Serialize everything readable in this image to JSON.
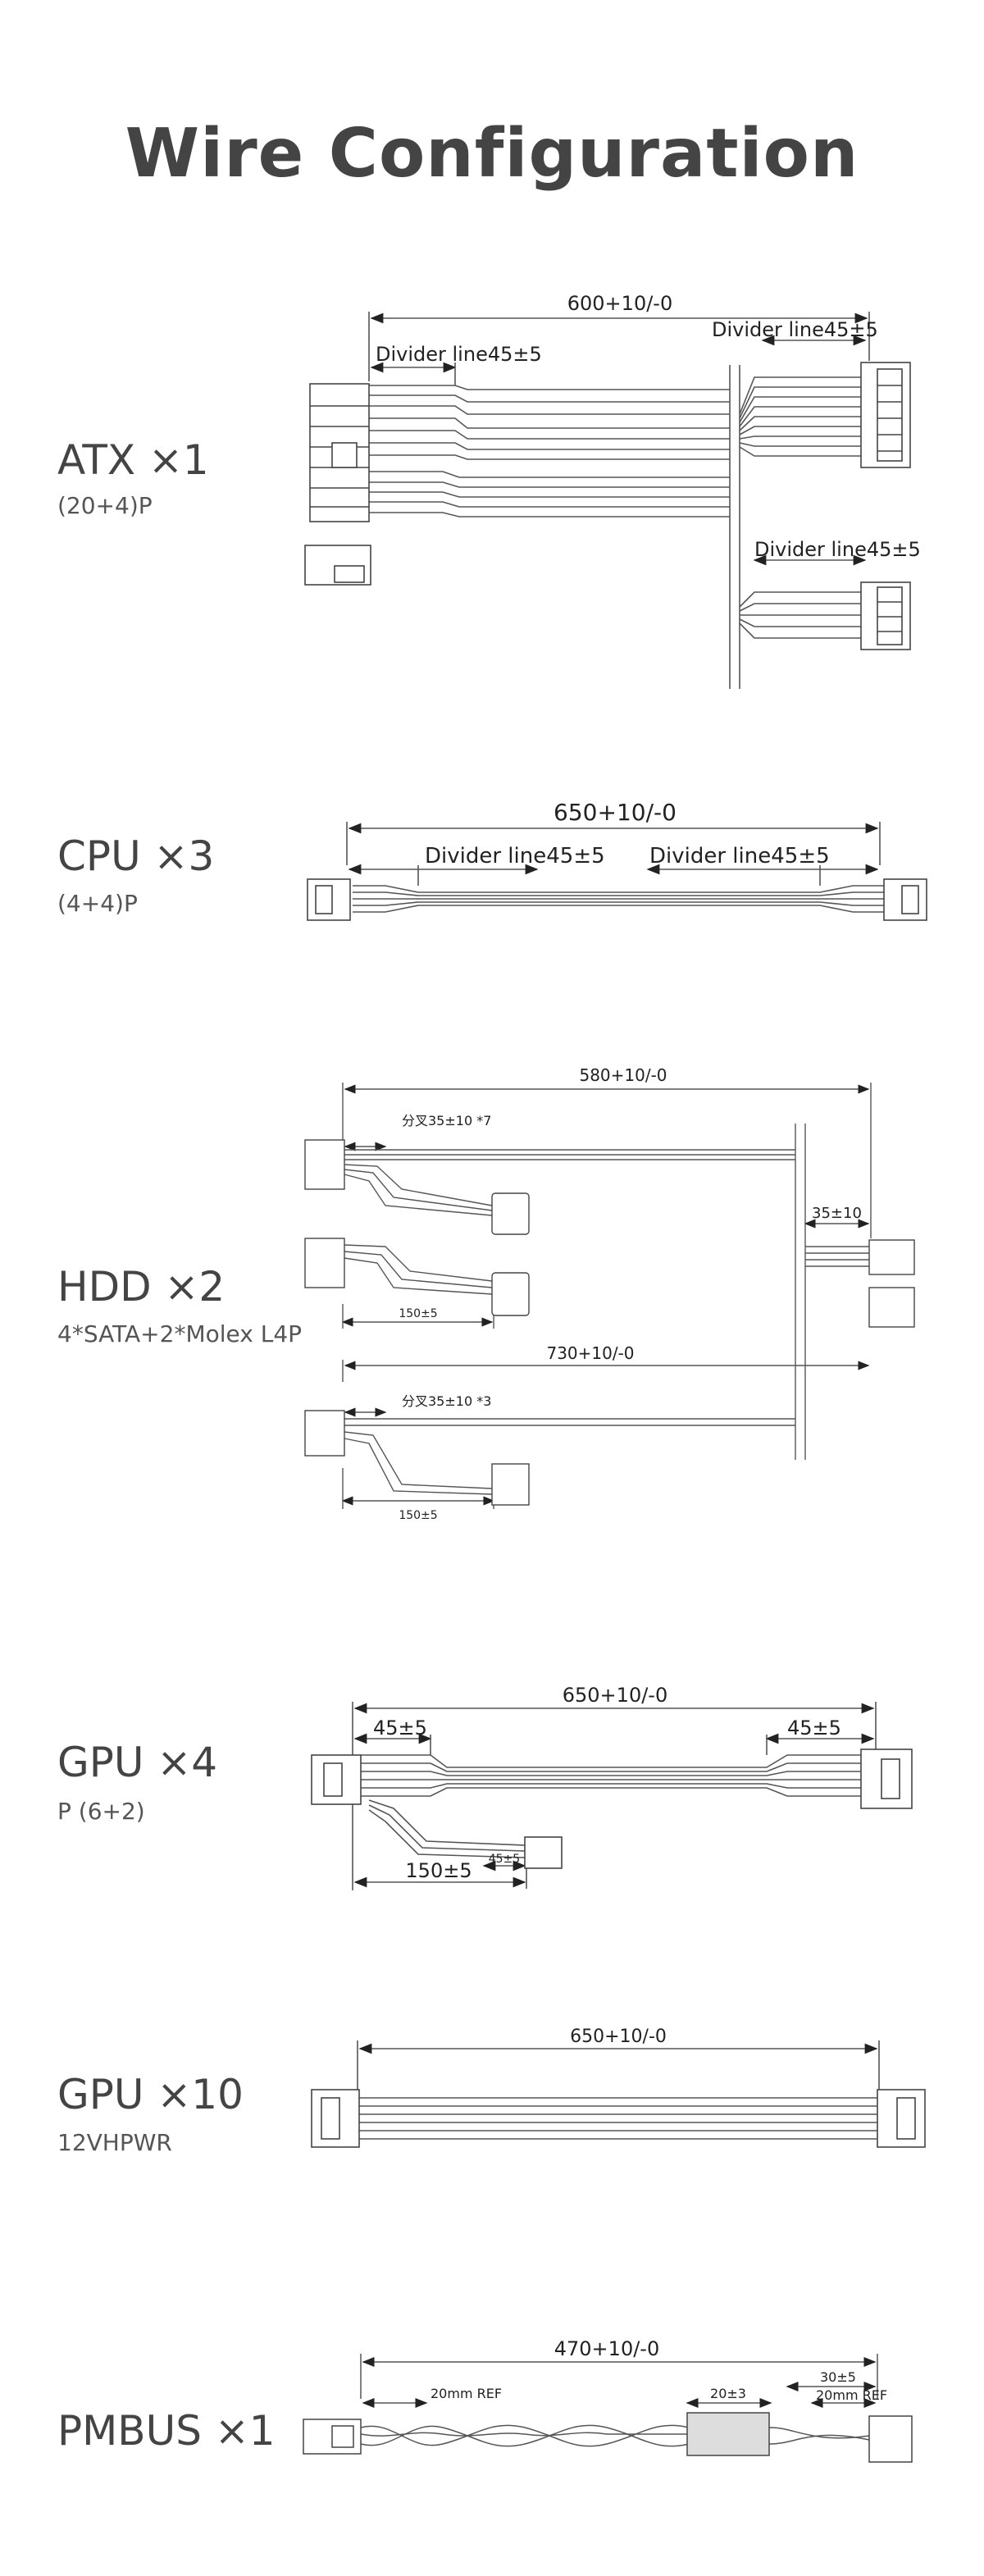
{
  "page": {
    "title": "Wire Configuration"
  },
  "sections": [
    {
      "name": "ATX ×1",
      "sub": "(20+4)P",
      "labels": {
        "total": "600+10/-0",
        "divider_left": "Divider line45±5",
        "divider_right_top": "Divider line45±5",
        "divider_right_bottom": "Divider line45±5"
      }
    },
    {
      "name": "CPU ×3",
      "sub": "(4+4)P",
      "labels": {
        "total": "650+10/-0",
        "divider_left": "Divider line45±5",
        "divider_right": "Divider line45±5"
      }
    },
    {
      "name": "HDD ×2",
      "sub": "4*SATA+2*Molex L4P",
      "labels": {
        "total_top": "580+10/-0",
        "branch_top": "分叉35±10 *7",
        "stub": "35±10",
        "spacing_top": "150±5",
        "total_bottom": "730+10/-0",
        "branch_bottom": "分叉35±10 *3",
        "spacing_bottom": "150±5"
      }
    },
    {
      "name": "GPU ×4",
      "sub": "P (6+2)",
      "labels": {
        "total": "650+10/-0",
        "left": "45±5",
        "right": "45±5",
        "branch": "150±5",
        "branch_small": "45±5"
      }
    },
    {
      "name": "GPU ×10",
      "sub": "12VHPWR",
      "labels": {
        "total": "650+10/-0"
      }
    },
    {
      "name": "PMBUS ×1",
      "sub": "",
      "labels": {
        "total": "470+10/-0",
        "ref_left": "20mm REF",
        "sleeve": "20±3",
        "right_a": "30±5",
        "ref_right": "20mm REF"
      }
    }
  ]
}
